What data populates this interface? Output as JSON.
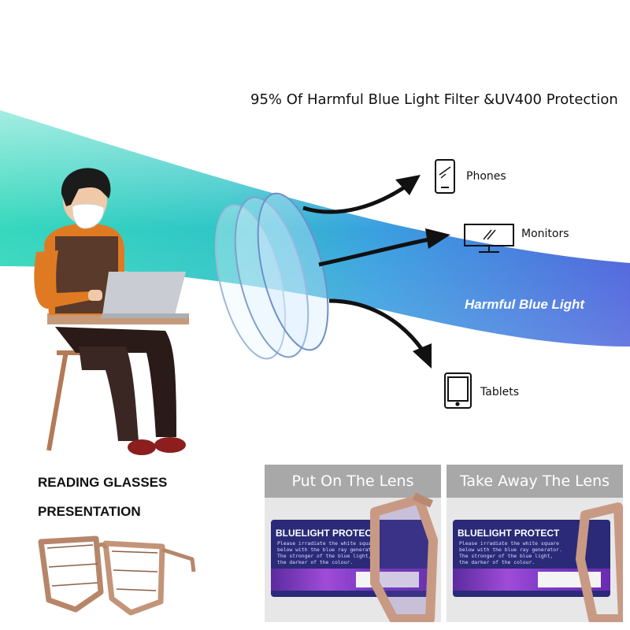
{
  "headline": "95% Of Harmful Blue Light Filter &UV400 Protection",
  "devices": [
    {
      "label": "Phones",
      "icon": "phone-icon"
    },
    {
      "label": "Monitors",
      "icon": "monitor-icon"
    },
    {
      "label": "Tablets",
      "icon": "tablet-icon"
    }
  ],
  "band_label": "Harmful Blue Light",
  "side_titles": [
    "READING GLASSES",
    "PRESENTATION"
  ],
  "panels": [
    {
      "header": "Put On The Lens",
      "card_title": "BLUELIGHT PROTECT",
      "card_lines": [
        "Please irradiate the white square",
        "below with the blue ray generator.",
        "The stronger of the blue light,",
        "the darker of the colour."
      ]
    },
    {
      "header": "Take Away The Lens",
      "card_title": "BLUELIGHT PROTECT",
      "card_lines": [
        "Please irradiate the white square",
        "below with the blue ray generator.",
        "The stronger of the blue light,",
        "the darker of the colour."
      ]
    }
  ],
  "colors": {
    "band_teal": "#2fd2b8",
    "band_blue": "#4a6fe0",
    "card_navy": "#2a2a78",
    "panel_header": "#a8a8a8",
    "frame_tortoise": "#b7866a"
  }
}
